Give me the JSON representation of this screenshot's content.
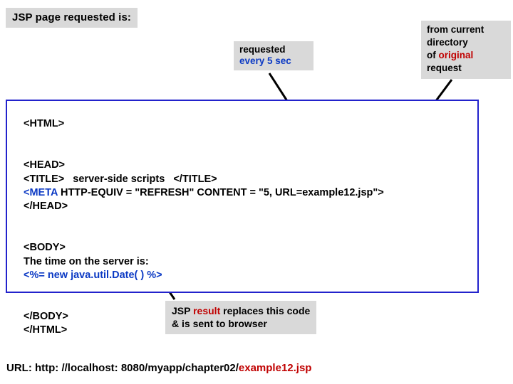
{
  "title_box": {
    "text": "JSP page requested is:"
  },
  "refresh_note": {
    "line1": "requested",
    "line2": "every 5 sec"
  },
  "origin_note": {
    "line1": "from current",
    "line2": "directory",
    "line3_prefix": "of ",
    "line3_accent": "original",
    "line4": "request"
  },
  "code": {
    "line_html_open": "<HTML>",
    "line_head_open": "<HEAD>",
    "line_title": "<TITLE>   server-side scripts   </TITLE>",
    "line_meta_tag": "<META",
    "line_meta_rest": " HTTP-EQUIV = \"REFRESH\" CONTENT = \"5, URL=example12.jsp\">",
    "line_head_close": "</HEAD>",
    "line_body_open": "<BODY>",
    "line_time_text": "The time on the server is:",
    "line_scriptlet": "<%= new java.util.Date( ) %>",
    "line_body_close": "</BODY>",
    "line_html_close": "</HTML>"
  },
  "result_note": {
    "line1_prefix": "JSP ",
    "line1_accent": "result",
    "line1_suffix": " replaces this code",
    "line2": "& is sent to browser"
  },
  "url_line": {
    "label": "URL:",
    "url_plain": " http: //localhost: 8080/myapp/chapter02/",
    "url_accent": "example12.jsp"
  },
  "colors": {
    "accent_red": "#c00000",
    "accent_blue": "#0b39c4",
    "box_border": "#2222cc",
    "callout_bg": "#d9d9d9"
  }
}
